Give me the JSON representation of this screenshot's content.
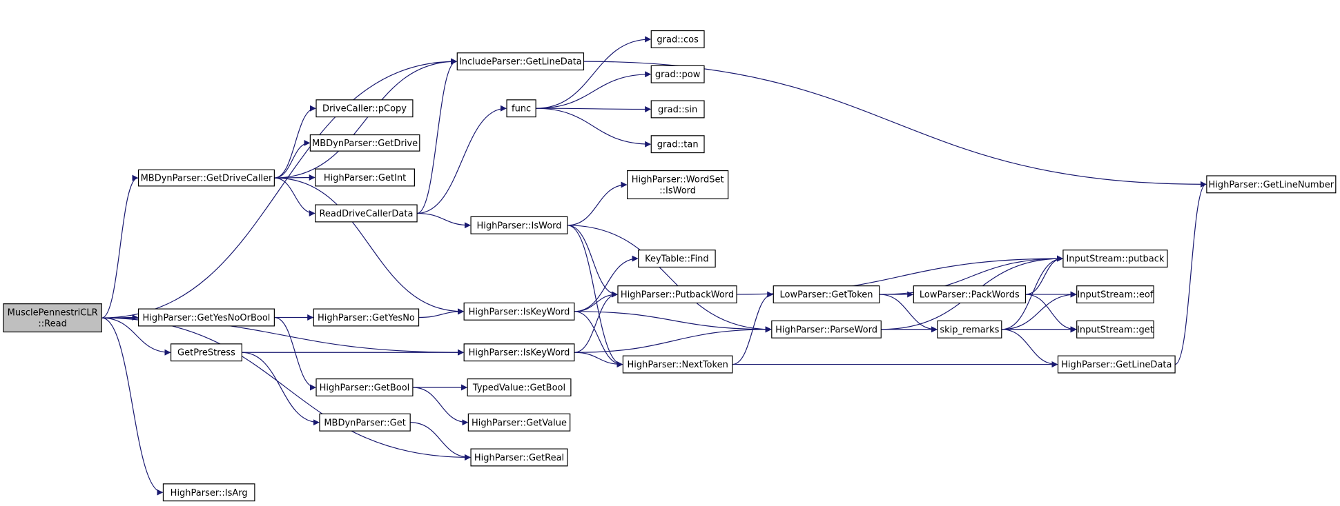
{
  "colors": {
    "edge": "#191970",
    "root_fill": "#bfbfbf",
    "node_fill": "#ffffff",
    "node_stroke": "#000000"
  },
  "nodes": {
    "read": {
      "lines": [
        "MusclePennestriCLR",
        "::Read"
      ],
      "root": true
    },
    "getdrivecaller": {
      "lines": [
        "MBDynParser::GetDriveCaller"
      ]
    },
    "incl_getline": {
      "lines": [
        "IncludeParser::GetLineData"
      ]
    },
    "pcopy": {
      "lines": [
        "DriveCaller::pCopy"
      ]
    },
    "getdrive": {
      "lines": [
        "MBDynParser::GetDrive"
      ]
    },
    "getint": {
      "lines": [
        "HighParser::GetInt"
      ]
    },
    "readdrive": {
      "lines": [
        "ReadDriveCallerData"
      ]
    },
    "func": {
      "lines": [
        "func"
      ]
    },
    "cos": {
      "lines": [
        "grad::cos"
      ]
    },
    "pow": {
      "lines": [
        "grad::pow"
      ]
    },
    "sin": {
      "lines": [
        "grad::sin"
      ]
    },
    "tan": {
      "lines": [
        "grad::tan"
      ]
    },
    "wordset": {
      "lines": [
        "HighParser::WordSet",
        "::IsWord"
      ]
    },
    "isword": {
      "lines": [
        "HighParser::IsWord"
      ]
    },
    "keyfind": {
      "lines": [
        "KeyTable::Find"
      ]
    },
    "putbackword": {
      "lines": [
        "HighParser::PutbackWord"
      ]
    },
    "iskeyword1": {
      "lines": [
        "HighParser::IsKeyWord"
      ]
    },
    "iskeyword2": {
      "lines": [
        "HighParser::IsKeyWord"
      ]
    },
    "getyesnoorbool": {
      "lines": [
        "HighParser::GetYesNoOrBool"
      ]
    },
    "getyesno": {
      "lines": [
        "HighParser::GetYesNo"
      ]
    },
    "getprestress": {
      "lines": [
        "GetPreStress"
      ]
    },
    "nexttoken": {
      "lines": [
        "HighParser::NextToken"
      ]
    },
    "getbool": {
      "lines": [
        "HighParser::GetBool"
      ]
    },
    "tvgetbool": {
      "lines": [
        "TypedValue::GetBool"
      ]
    },
    "mbget": {
      "lines": [
        "MBDynParser::Get"
      ]
    },
    "getvalue": {
      "lines": [
        "HighParser::GetValue"
      ]
    },
    "getreal": {
      "lines": [
        "HighParser::GetReal"
      ]
    },
    "isarg": {
      "lines": [
        "HighParser::IsArg"
      ]
    },
    "lowgettoken": {
      "lines": [
        "LowParser::GetToken"
      ]
    },
    "parseword": {
      "lines": [
        "HighParser::ParseWord"
      ]
    },
    "packwords": {
      "lines": [
        "LowParser::PackWords"
      ]
    },
    "skipremarks": {
      "lines": [
        "skip_remarks"
      ]
    },
    "putback": {
      "lines": [
        "InputStream::putback"
      ]
    },
    "eof": {
      "lines": [
        "InputStream::eof"
      ]
    },
    "isget": {
      "lines": [
        "InputStream::get"
      ]
    },
    "hp_getline": {
      "lines": [
        "HighParser::GetLineData"
      ]
    },
    "getlinenumber": {
      "lines": [
        "HighParser::GetLineNumber"
      ]
    }
  },
  "edges": [
    [
      "read",
      "incl_getline"
    ],
    [
      "read",
      "getdrivecaller"
    ],
    [
      "read",
      "getyesnoorbool"
    ],
    [
      "read",
      "getprestress"
    ],
    [
      "read",
      "iskeyword2"
    ],
    [
      "read",
      "getreal"
    ],
    [
      "read",
      "isarg"
    ],
    [
      "getdrivecaller",
      "incl_getline"
    ],
    [
      "getdrivecaller",
      "pcopy"
    ],
    [
      "getdrivecaller",
      "getdrive"
    ],
    [
      "getdrivecaller",
      "getint"
    ],
    [
      "getdrivecaller",
      "readdrive"
    ],
    [
      "getdrivecaller",
      "iskeyword1"
    ],
    [
      "incl_getline",
      "getlinenumber"
    ],
    [
      "readdrive",
      "incl_getline"
    ],
    [
      "readdrive",
      "func"
    ],
    [
      "readdrive",
      "isword"
    ],
    [
      "func",
      "cos"
    ],
    [
      "func",
      "pow"
    ],
    [
      "func",
      "sin"
    ],
    [
      "func",
      "tan"
    ],
    [
      "isword",
      "wordset"
    ],
    [
      "isword",
      "putbackword"
    ],
    [
      "isword",
      "nexttoken"
    ],
    [
      "isword",
      "parseword"
    ],
    [
      "getyesnoorbool",
      "getyesno"
    ],
    [
      "getyesnoorbool",
      "getbool"
    ],
    [
      "getyesno",
      "iskeyword1"
    ],
    [
      "iskeyword1",
      "keyfind"
    ],
    [
      "iskeyword1",
      "putbackword"
    ],
    [
      "iskeyword1",
      "nexttoken"
    ],
    [
      "iskeyword1",
      "parseword"
    ],
    [
      "getprestress",
      "iskeyword2"
    ],
    [
      "getprestress",
      "mbget"
    ],
    [
      "iskeyword2",
      "putbackword"
    ],
    [
      "iskeyword2",
      "nexttoken"
    ],
    [
      "iskeyword2",
      "parseword"
    ],
    [
      "getbool",
      "tvgetbool"
    ],
    [
      "getbool",
      "getvalue"
    ],
    [
      "mbget",
      "getreal"
    ],
    [
      "putbackword",
      "putback"
    ],
    [
      "nexttoken",
      "lowgettoken"
    ],
    [
      "nexttoken",
      "hp_getline"
    ],
    [
      "lowgettoken",
      "putback"
    ],
    [
      "lowgettoken",
      "packwords"
    ],
    [
      "lowgettoken",
      "skipremarks"
    ],
    [
      "parseword",
      "putback"
    ],
    [
      "parseword",
      "skipremarks"
    ],
    [
      "parseword",
      "isget"
    ],
    [
      "packwords",
      "putback"
    ],
    [
      "packwords",
      "eof"
    ],
    [
      "packwords",
      "isget"
    ],
    [
      "skipremarks",
      "putback"
    ],
    [
      "skipremarks",
      "eof"
    ],
    [
      "skipremarks",
      "isget"
    ],
    [
      "skipremarks",
      "hp_getline"
    ],
    [
      "hp_getline",
      "getlinenumber"
    ]
  ]
}
